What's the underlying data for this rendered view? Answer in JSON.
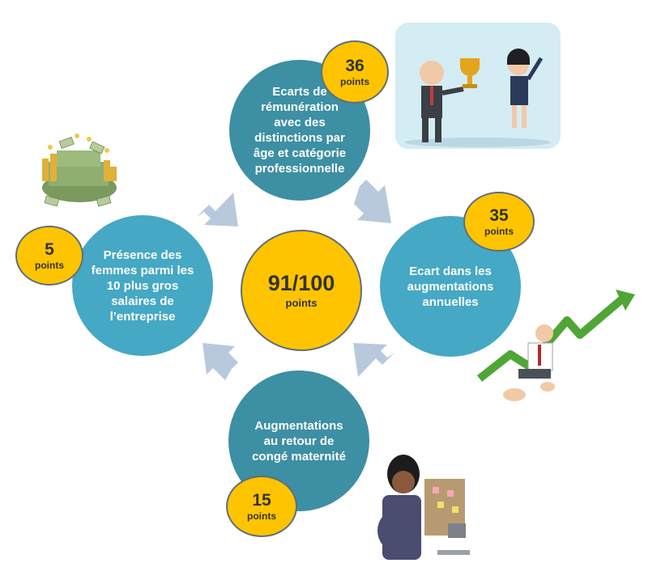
{
  "diagram": {
    "center": {
      "value": "91/100",
      "unit": "points"
    },
    "items": [
      {
        "label": "Ecarts de rémunération avec des distinctions par âge et catégorie professionnelle",
        "points": "36",
        "unit": "points"
      },
      {
        "label": "Ecart dans les augmentations annuelles",
        "points": "35",
        "unit": "points"
      },
      {
        "label": "Augmentations au retour de congé maternité",
        "points": "15",
        "unit": "points"
      },
      {
        "label": "Présence des femmes parmi les 10 plus gros salaires de l’entreprise",
        "points": "5",
        "unit": "points"
      }
    ]
  },
  "colors": {
    "circle_dark": "#3d8fa3",
    "circle_light": "#45a8c4",
    "badge": "#ffc400",
    "arrow": "#b8c9dd"
  }
}
